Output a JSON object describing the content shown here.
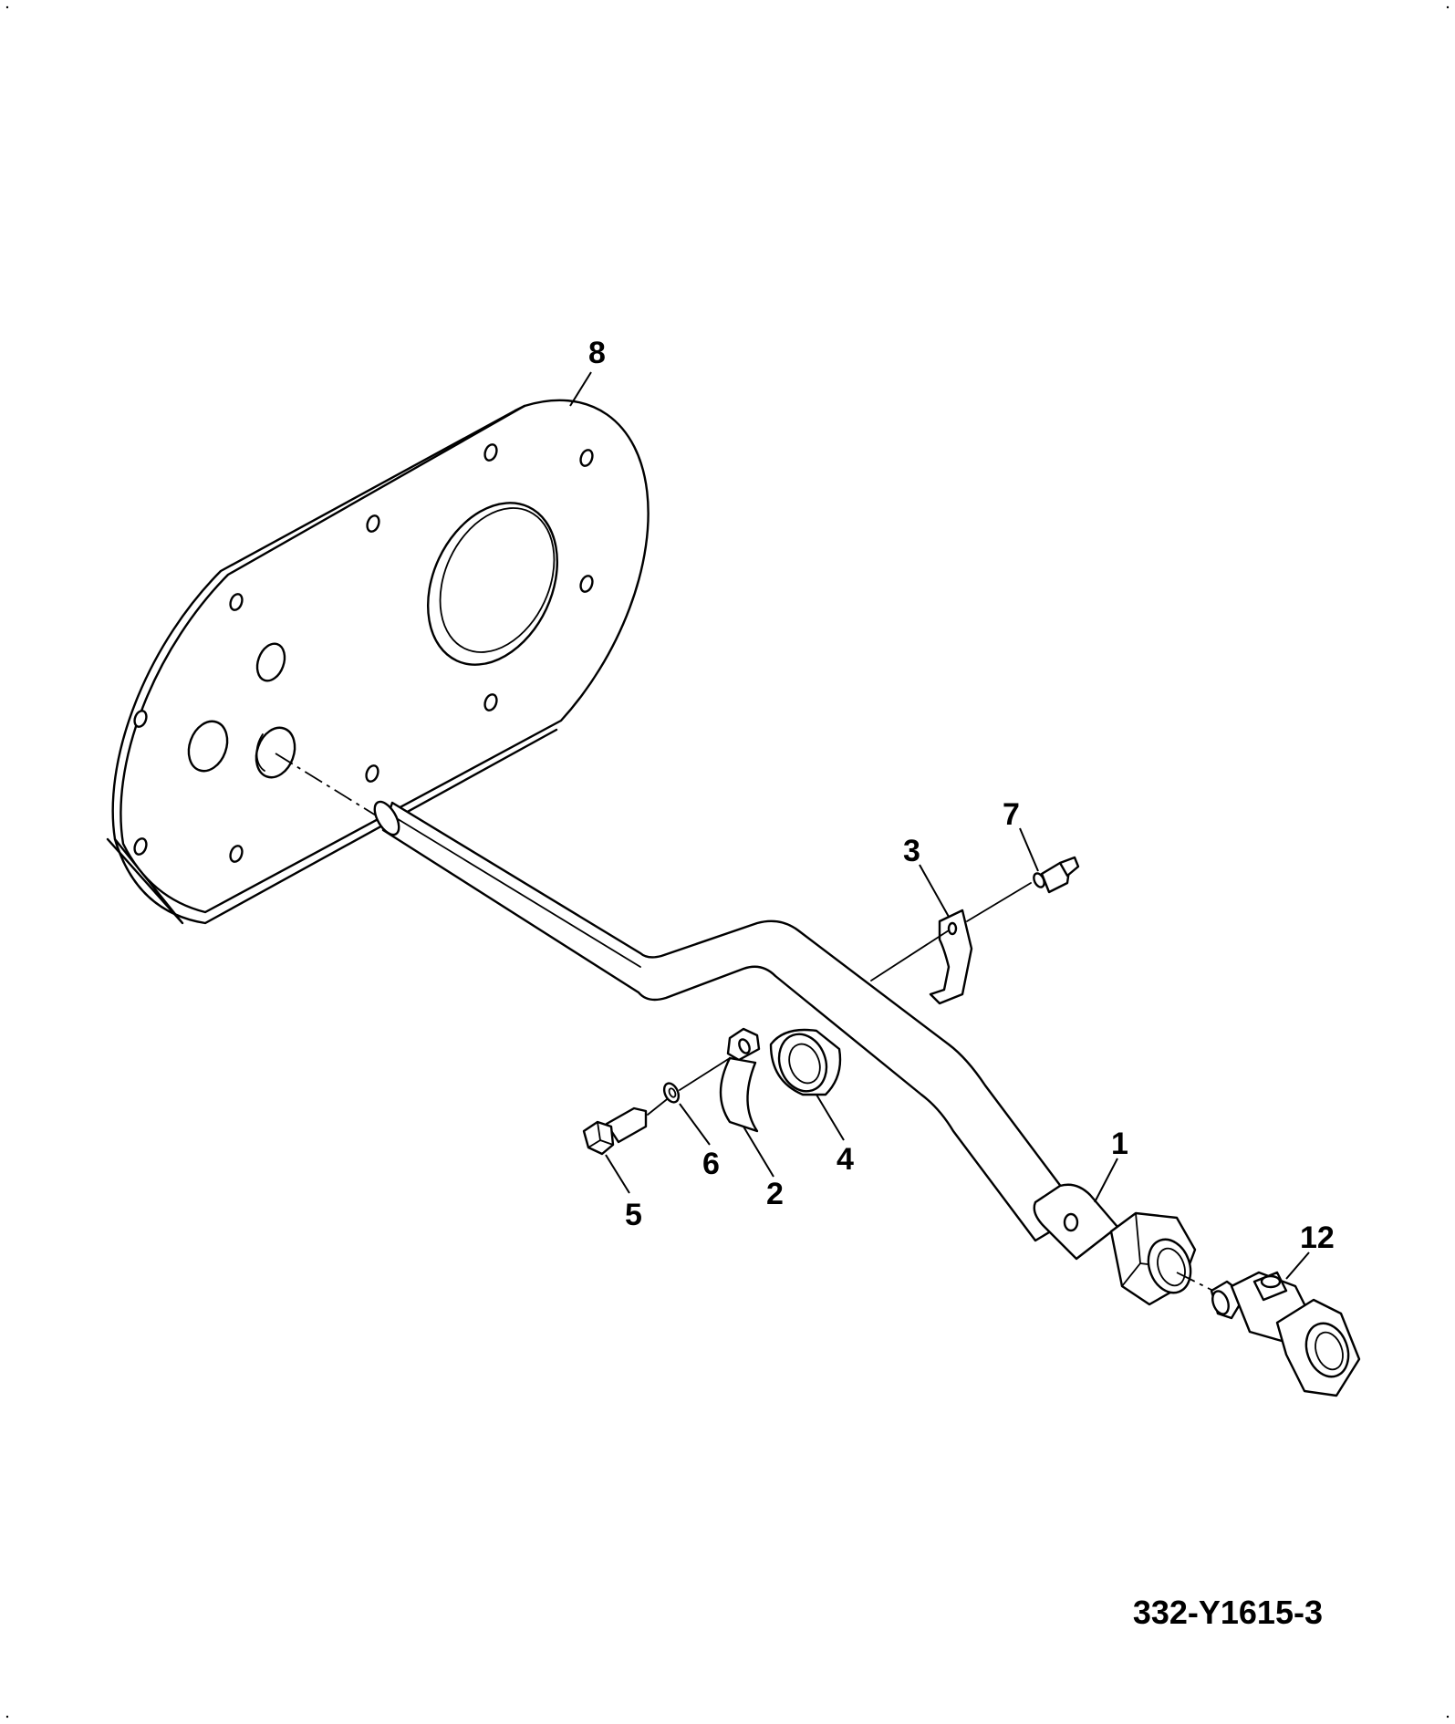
{
  "figure_code": "332-Y1615-3",
  "callouts": {
    "c1": "1",
    "c2": "2",
    "c3": "3",
    "c4": "4",
    "c5": "5",
    "c6": "6",
    "c7": "7",
    "c8": "8",
    "c12": "12"
  }
}
